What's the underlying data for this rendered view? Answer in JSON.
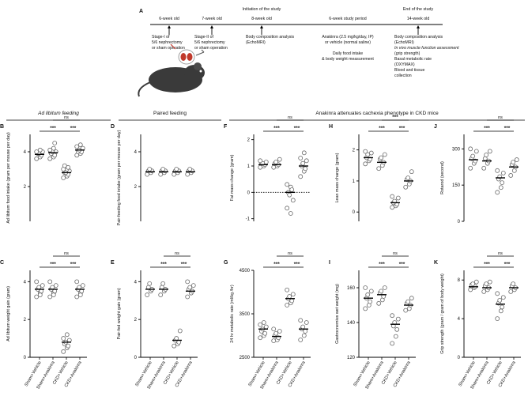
{
  "panel_a": {
    "letter": "A",
    "ticks": [
      {
        "label": "6-week old",
        "above": [],
        "below": [
          "Stage-I of",
          "5/6 nephrectomy",
          "or sham operation"
        ]
      },
      {
        "label": "7-week old",
        "above": [],
        "below": [
          "Stage-II of",
          "5/6 nephrectomy",
          "or sham operation"
        ]
      },
      {
        "label": "8-week old",
        "above": [
          "Initiation of the study"
        ],
        "below": [
          "Body composition analysis",
          "(EchoMRI)"
        ]
      },
      {
        "label": "6-week study period",
        "above": [],
        "below": [
          "Anakinra (2.5 mg/kg/day, IP)",
          "or vehicle (normal saline)",
          "",
          "Daily food intake",
          "& body weight measurement"
        ]
      },
      {
        "label": "14-week old",
        "above": [
          "End of the study"
        ],
        "below": [
          "Body composition analysis",
          "(EchoMRI)",
          "In vivo muscle function assessment",
          "(grip strength)",
          "Basal metabolic rate",
          "(OXYMAX)",
          "Blood and tissue",
          "collection"
        ]
      }
    ]
  },
  "section_titles": {
    "ad_libitum": "Ad libitum feeding",
    "paired": "Paired feeding",
    "anakinra": "Anakinra attenuates cachexia phenotype in CKD mice"
  },
  "groups": [
    "Sham+Vehicle",
    "Sham+Anakinra",
    "CKD+Vehicle",
    "CKD+Anakinra"
  ],
  "colors": {
    "marker_stroke": "#6b6b6b",
    "mean_bar": "#000000",
    "axis": "#000000"
  },
  "chart_data": [
    {
      "id": "B",
      "type": "scatter",
      "ylabel": "Ad libitum food intake (gram per mouse per day)",
      "ylim": [
        0,
        5
      ],
      "ticks": [
        2,
        4
      ],
      "means": [
        3.85,
        3.95,
        2.8,
        4.1
      ],
      "values": [
        [
          3.6,
          3.7,
          3.8,
          3.9,
          3.9,
          4.0,
          4.0,
          4.1
        ],
        [
          3.6,
          3.7,
          3.8,
          3.9,
          4.0,
          4.0,
          4.1,
          4.2,
          4.5
        ],
        [
          2.5,
          2.6,
          2.7,
          2.8,
          2.8,
          2.9,
          3.0,
          3.0,
          3.1,
          3.2
        ],
        [
          3.8,
          3.9,
          4.0,
          4.0,
          4.1,
          4.2,
          4.3,
          4.4
        ]
      ],
      "sig": {
        "row1": [
          "***",
          "***"
        ],
        "row2": "ns"
      }
    },
    {
      "id": "D",
      "type": "scatter",
      "ylabel": "Pair-feeding food intake (gram per mouse per day)",
      "ylim": [
        0,
        5
      ],
      "ticks": [
        2,
        4
      ],
      "means": [
        2.85,
        2.85,
        2.85,
        2.85
      ],
      "values": [
        [
          2.7,
          2.8,
          2.9,
          2.9,
          3.0
        ],
        [
          2.7,
          2.8,
          2.9,
          2.9,
          3.0
        ],
        [
          2.7,
          2.8,
          2.9,
          2.9,
          3.0
        ],
        [
          2.7,
          2.8,
          2.9,
          2.9,
          3.0
        ]
      ],
      "sig": null
    },
    {
      "id": "F",
      "type": "scatter",
      "ylabel": "Fat mass change (gram)",
      "ylim": [
        -1.1,
        2.2
      ],
      "ticks": [
        -1,
        0,
        1,
        2
      ],
      "zero_line": true,
      "means": [
        1.05,
        1.05,
        0.0,
        1.0
      ],
      "values": [
        [
          0.95,
          1.0,
          1.05,
          1.1,
          1.1,
          1.15,
          1.2
        ],
        [
          0.95,
          1.0,
          1.05,
          1.1,
          1.15,
          1.25
        ],
        [
          0.3,
          0.2,
          0.1,
          0.0,
          -0.1,
          -0.3,
          -0.6,
          -0.8
        ],
        [
          0.6,
          0.8,
          0.9,
          1.0,
          1.1,
          1.2,
          1.3,
          1.5
        ]
      ],
      "sig": {
        "row1": [
          "***",
          "***"
        ],
        "row2": "ns"
      }
    },
    {
      "id": "G",
      "type": "scatter",
      "ylabel": "24 hr metabolic rate (ml/kg /hr)",
      "ylim": [
        2500,
        4500
      ],
      "ticks": [
        2500,
        3500,
        4500
      ],
      "means": [
        3150,
        2980,
        3850,
        3150
      ],
      "values": [
        [
          2950,
          3000,
          3050,
          3100,
          3150,
          3200,
          3250,
          3300
        ],
        [
          2880,
          2900,
          2950,
          3000,
          3050,
          3100,
          3150
        ],
        [
          3700,
          3750,
          3800,
          3850,
          3900,
          3950,
          4050
        ],
        [
          2900,
          3000,
          3100,
          3150,
          3200,
          3300,
          3350
        ]
      ],
      "sig": {
        "row1": [
          "***",
          "***"
        ],
        "row2": "ns"
      }
    },
    {
      "id": "H",
      "type": "scatter",
      "ylabel": "Lean mass change (gram)",
      "ylim": [
        -0.3,
        2.5
      ],
      "ticks": [
        0,
        1,
        2
      ],
      "means": [
        1.75,
        1.6,
        0.3,
        1.0
      ],
      "values": [
        [
          1.55,
          1.65,
          1.7,
          1.75,
          1.85,
          1.9,
          1.95
        ],
        [
          1.4,
          1.5,
          1.6,
          1.7,
          1.75,
          1.85
        ],
        [
          0.15,
          0.2,
          0.25,
          0.3,
          0.35,
          0.45,
          0.5
        ],
        [
          0.8,
          0.9,
          1.0,
          1.05,
          1.1,
          1.3
        ]
      ],
      "sig": {
        "row1": [
          "***",
          "***"
        ],
        "row2": "***"
      }
    },
    {
      "id": "I",
      "type": "scatter",
      "ylabel": "Gastrocnemius wet weight (mg)",
      "ylim": [
        120,
        170
      ],
      "ticks": [
        120,
        140,
        160
      ],
      "means": [
        154,
        156,
        139,
        150
      ],
      "values": [
        [
          148,
          150,
          152,
          154,
          156,
          158,
          160
        ],
        [
          151,
          153,
          155,
          157,
          158,
          160
        ],
        [
          128,
          132,
          136,
          138,
          140,
          142,
          144
        ],
        [
          147,
          148,
          150,
          151,
          152,
          154
        ]
      ],
      "sig": {
        "row1": [
          "***",
          "***"
        ],
        "row2": "ns"
      }
    },
    {
      "id": "J",
      "type": "scatter",
      "ylabel": "Rotarod (second)",
      "ylim": [
        0,
        360
      ],
      "ticks": [
        0,
        150,
        300
      ],
      "means": [
        255,
        250,
        180,
        225
      ],
      "values": [
        [
          220,
          240,
          250,
          260,
          270,
          290,
          300
        ],
        [
          220,
          240,
          250,
          260,
          275,
          290
        ],
        [
          120,
          140,
          160,
          175,
          185,
          200,
          210
        ],
        [
          190,
          210,
          225,
          235,
          245,
          255
        ]
      ],
      "sig": {
        "row1": [
          "***",
          "***"
        ],
        "row2": "ns"
      }
    },
    {
      "id": "C",
      "type": "scatter",
      "ylabel": "Ad libitum weight gain (gram)",
      "ylim": [
        0,
        4.6
      ],
      "ticks": [
        0,
        2,
        4
      ],
      "means": [
        3.6,
        3.6,
        0.8,
        3.6
      ],
      "values": [
        [
          3.2,
          3.4,
          3.5,
          3.6,
          3.7,
          3.8,
          4.0,
          3.3
        ],
        [
          3.2,
          3.4,
          3.5,
          3.6,
          3.7,
          3.8,
          4.0,
          3.3
        ],
        [
          0.3,
          0.5,
          0.6,
          0.7,
          0.8,
          0.9,
          1.0,
          1.2
        ],
        [
          3.2,
          3.4,
          3.5,
          3.6,
          3.7,
          3.8,
          4.0,
          3.3
        ]
      ],
      "sig": {
        "row1": [
          "***",
          "***"
        ],
        "row2": "ns"
      }
    },
    {
      "id": "E",
      "type": "scatter",
      "ylabel": "Pair-fed weight gain (gram)",
      "ylim": [
        0,
        4.6
      ],
      "ticks": [
        0,
        2,
        4
      ],
      "means": [
        3.6,
        3.6,
        0.9,
        3.5
      ],
      "values": [
        [
          3.3,
          3.5,
          3.6,
          3.7,
          3.9
        ],
        [
          3.3,
          3.5,
          3.6,
          3.7,
          3.9
        ],
        [
          0.6,
          0.7,
          0.8,
          0.9,
          1.0,
          1.4
        ],
        [
          3.2,
          3.4,
          3.5,
          3.6,
          3.7,
          3.8,
          4.0
        ]
      ],
      "sig": {
        "row1": [
          "***",
          "***"
        ],
        "row2": "ns"
      }
    },
    {
      "id": "K",
      "type": "scatter",
      "ylabel": "Grip strength (gram / gram of body weight)",
      "ylim": [
        0,
        9
      ],
      "ticks": [
        0,
        4,
        8
      ],
      "means": [
        7.3,
        7.2,
        5.5,
        7.2
      ],
      "values": [
        [
          7.0,
          7.2,
          7.3,
          7.5,
          7.6,
          7.8
        ],
        [
          6.8,
          7.0,
          7.2,
          7.4,
          7.6,
          7.8
        ],
        [
          4.0,
          4.8,
          5.2,
          5.6,
          5.9,
          6.2,
          6.6
        ],
        [
          6.8,
          7.0,
          7.2,
          7.4,
          7.6
        ]
      ],
      "sig": {
        "row1": [
          "***",
          "***"
        ],
        "row2": "ns"
      }
    }
  ]
}
